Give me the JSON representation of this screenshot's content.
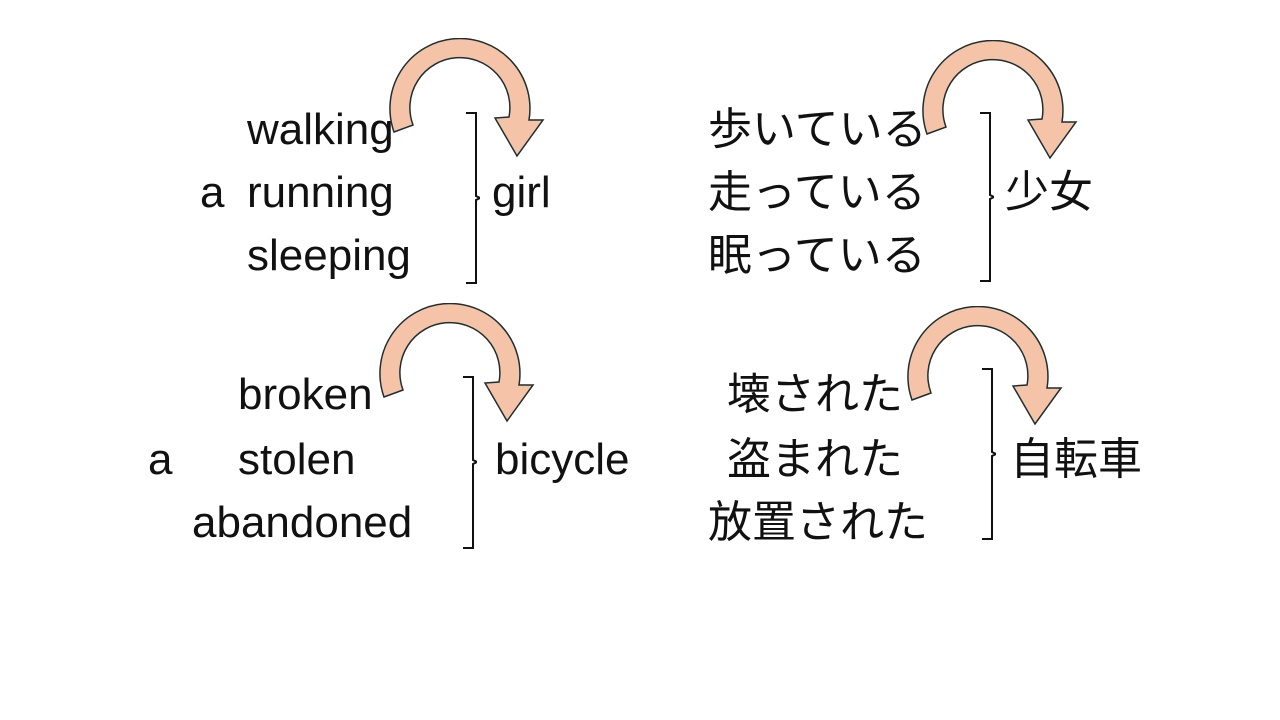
{
  "arrow_color": "#f5c4a8",
  "english_1": {
    "article": "a",
    "adjectives": [
      "walking",
      "running",
      "sleeping"
    ],
    "noun": "girl"
  },
  "japanese_1": {
    "modifiers": [
      "歩いている",
      "走っている",
      "眠っている"
    ],
    "noun": "少女"
  },
  "english_2": {
    "article": "a",
    "adjectives": [
      "broken",
      "stolen",
      "abandoned"
    ],
    "noun": "bicycle"
  },
  "japanese_2": {
    "modifiers": [
      "壊された",
      "盗まれた",
      "放置された"
    ],
    "noun": "自転車"
  }
}
